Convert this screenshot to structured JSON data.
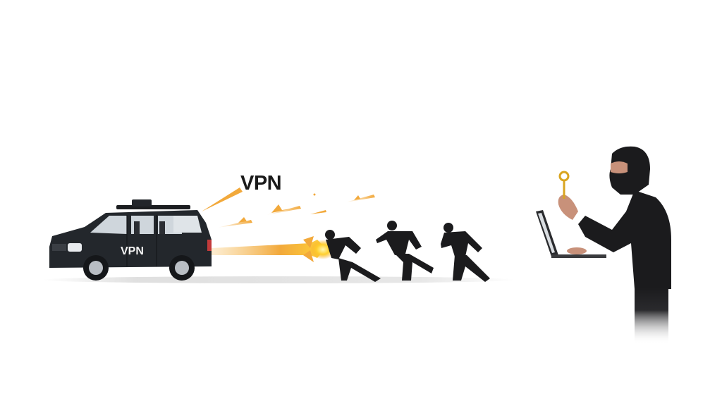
{
  "scene": {
    "description": "Illustration of a VPN car shooting a beam at running masked thieves while a masked hacker holds a golden key beside a laptop",
    "headline_text": "VPN",
    "car": {
      "label": "VPN",
      "color": "#23272c"
    },
    "beam_color": "#f2a93b",
    "figures": [
      {
        "role": "thief-hit-by-beam"
      },
      {
        "role": "thief-running"
      },
      {
        "role": "thief-running"
      },
      {
        "role": "hacker-with-key-and-laptop"
      }
    ],
    "colors": {
      "background": "#ffffff",
      "silhouette": "#1b1b1d",
      "accent": "#f2a93b",
      "key": "#d9a520"
    }
  }
}
